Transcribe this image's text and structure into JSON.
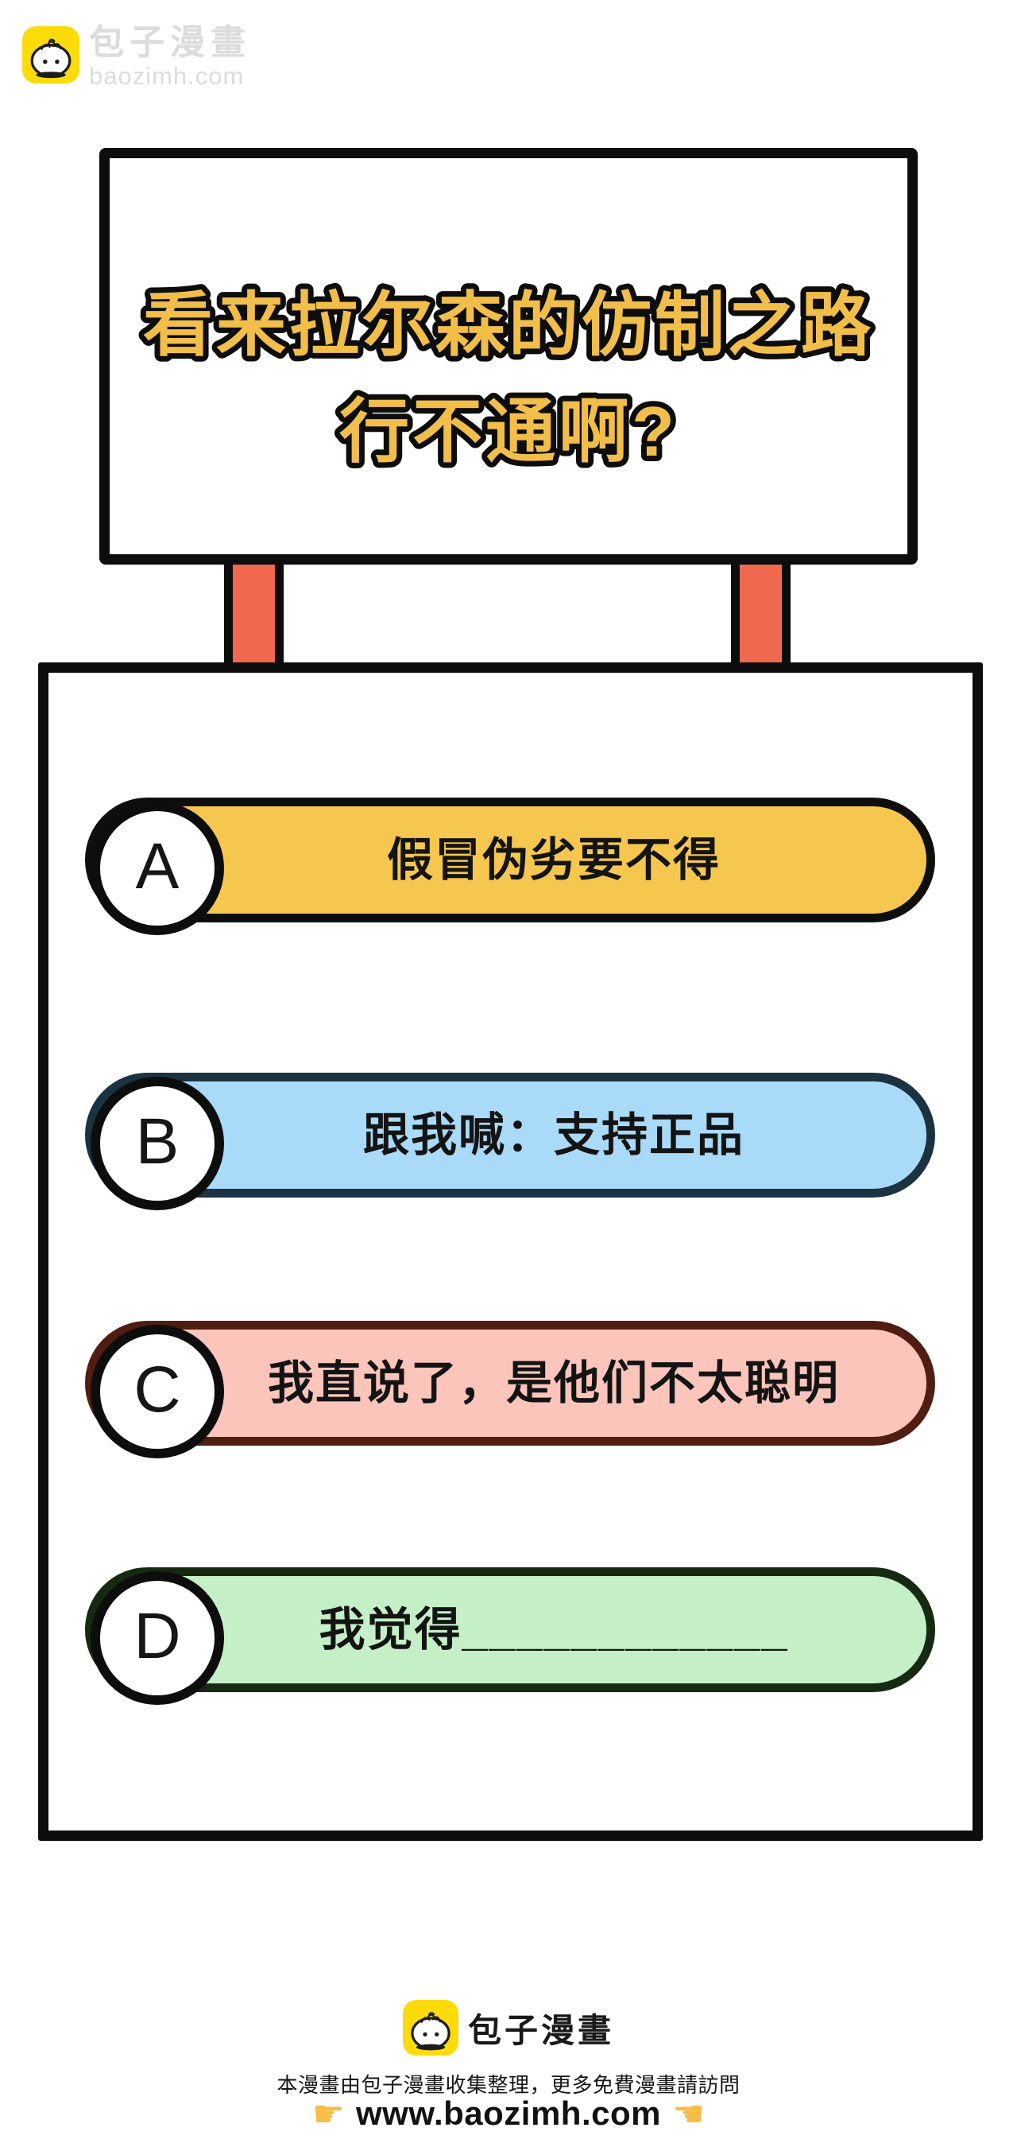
{
  "watermark": {
    "brand": "包子漫畫",
    "domain": "baozimh.com",
    "logo_icon": "baozi-bun-icon"
  },
  "question": {
    "line1": "看来拉尔森的仿制之路",
    "line2": "行不通啊?"
  },
  "options": [
    {
      "key": "A",
      "label": "假冒伪劣要不得",
      "fill": "#F6C74F",
      "border": "#0E0E0E"
    },
    {
      "key": "B",
      "label": "跟我喊：支持正品",
      "fill": "#A9DAF7",
      "border": "#1B3340"
    },
    {
      "key": "C",
      "label": "我直说了，是他们不太聪明",
      "fill": "#FCC5BB",
      "border": "#4F1D12"
    },
    {
      "key": "D",
      "label": "我觉得____________",
      "fill": "#C5EFC7",
      "border": "#152A10"
    }
  ],
  "footer": {
    "brand": "包子漫畫",
    "logo_icon": "baozi-bun-icon",
    "notice": "本漫畫由包子漫畫收集整理，更多免費漫畫請訪問",
    "url": "www.baozimh.com",
    "hand_leading_icon": "☛",
    "hand_trailing_icon": "☚"
  },
  "colors": {
    "question_text": "#F2BE4A",
    "outline_ink": "#0D0D0D",
    "post_red": "#F0694F",
    "logo_yellow": "#FBDB09",
    "watermark_gray": "#DCDCDC",
    "hand_yellow": "#F6BE45"
  }
}
